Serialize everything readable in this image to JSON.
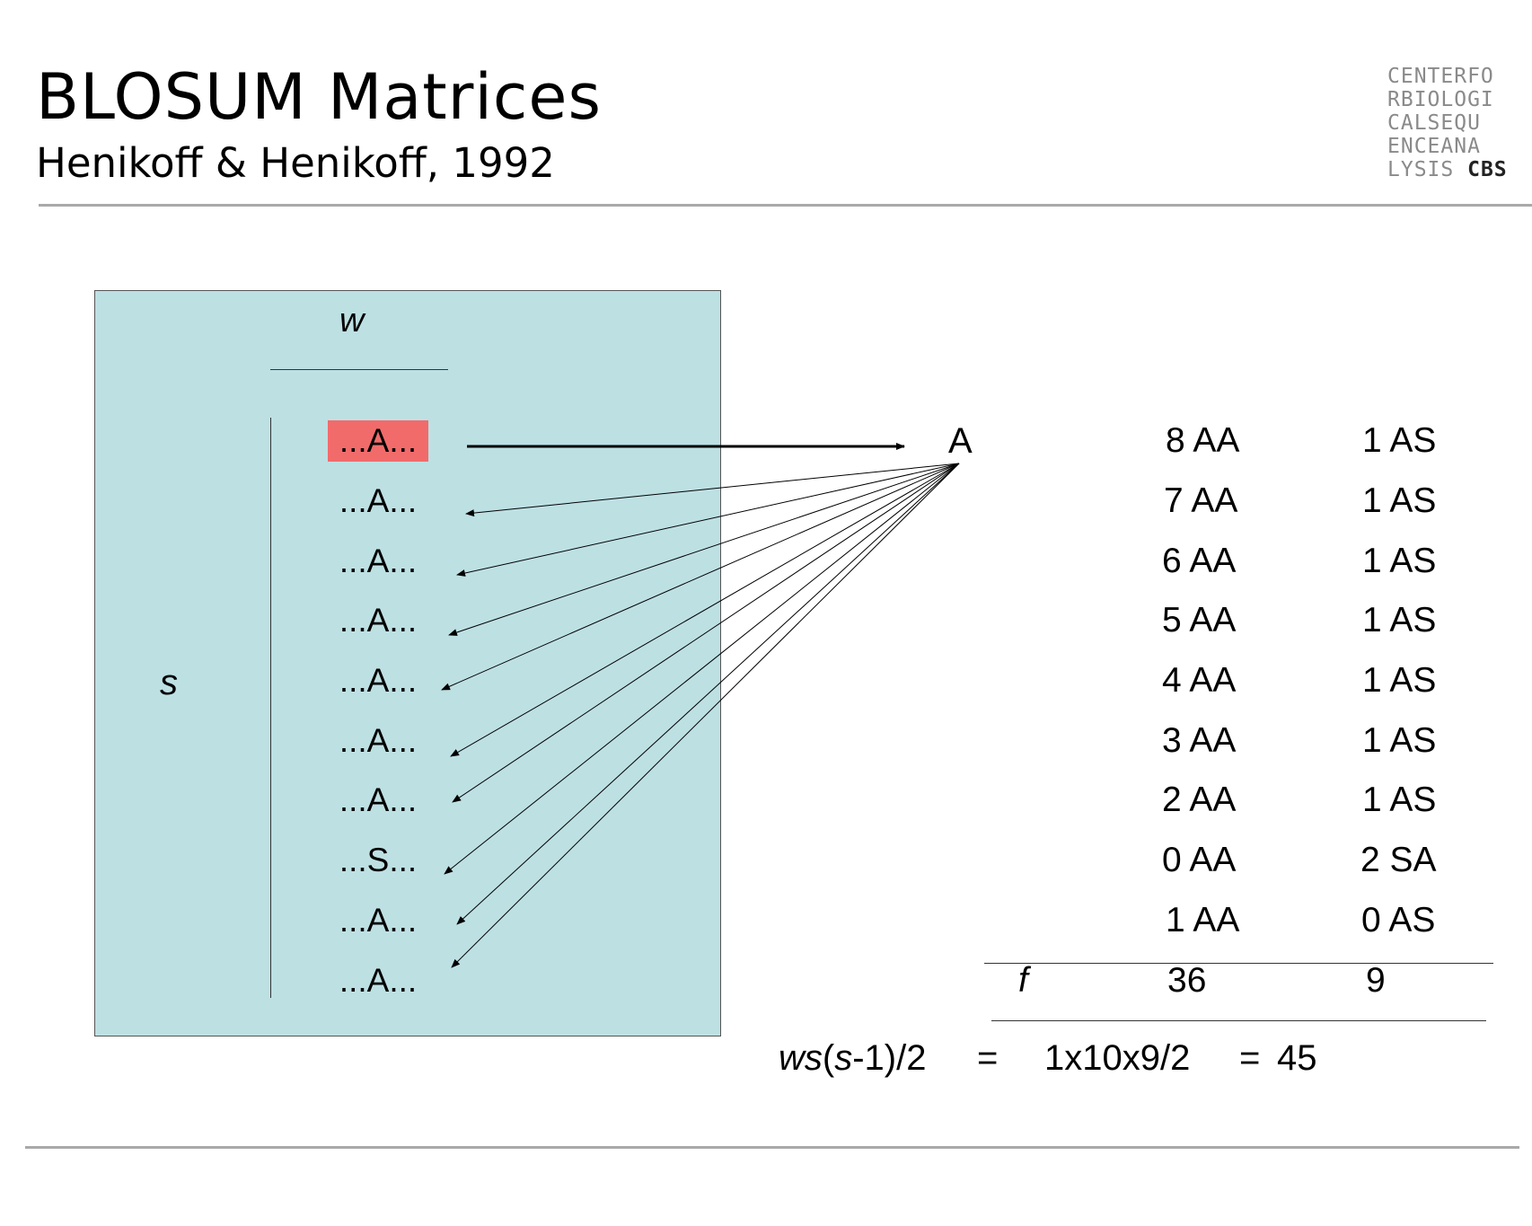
{
  "header": {
    "title": "BLOSUM Matrices",
    "subtitle": "Henikoff & Henikoff, 1992",
    "logo_lines": [
      "CENTERFO",
      "RBIOLOGI",
      "CALSEQU",
      "ENCEANA",
      "LYSIS"
    ],
    "logo_bold": "CBS"
  },
  "block": {
    "w_label": "w",
    "s_label": "s",
    "sequences": [
      "...A...",
      "...A...",
      "...A...",
      "...A...",
      "...A...",
      "...A...",
      "...A...",
      "...S...",
      "...A...",
      "...A..."
    ],
    "highlight_color": "#f26b6b",
    "panel_color": "#bde0e3"
  },
  "residue_label": "A",
  "pairs": [
    {
      "aa": "8 AA",
      "as": "1 AS"
    },
    {
      "aa": "7 AA",
      "as": "1 AS"
    },
    {
      "aa": "6 AA",
      "as": "1 AS"
    },
    {
      "aa": "5 AA",
      "as": "1 AS"
    },
    {
      "aa": "4 AA",
      "as": "1 AS"
    },
    {
      "aa": "3 AA",
      "as": "1 AS"
    },
    {
      "aa": "2 AA",
      "as": "1 AS"
    },
    {
      "aa": "0 AA",
      "as": "2 SA"
    },
    {
      "aa": "1 AA",
      "as": "0 AS"
    }
  ],
  "totals": {
    "label": "f",
    "aa": "36",
    "as": "9"
  },
  "formula": {
    "lhs_w": "w",
    "lhs_s": "s",
    "lhs_s2": "s",
    "eq1": "=",
    "expr": "1x10x9/2",
    "eq2": "=",
    "result": "45"
  }
}
